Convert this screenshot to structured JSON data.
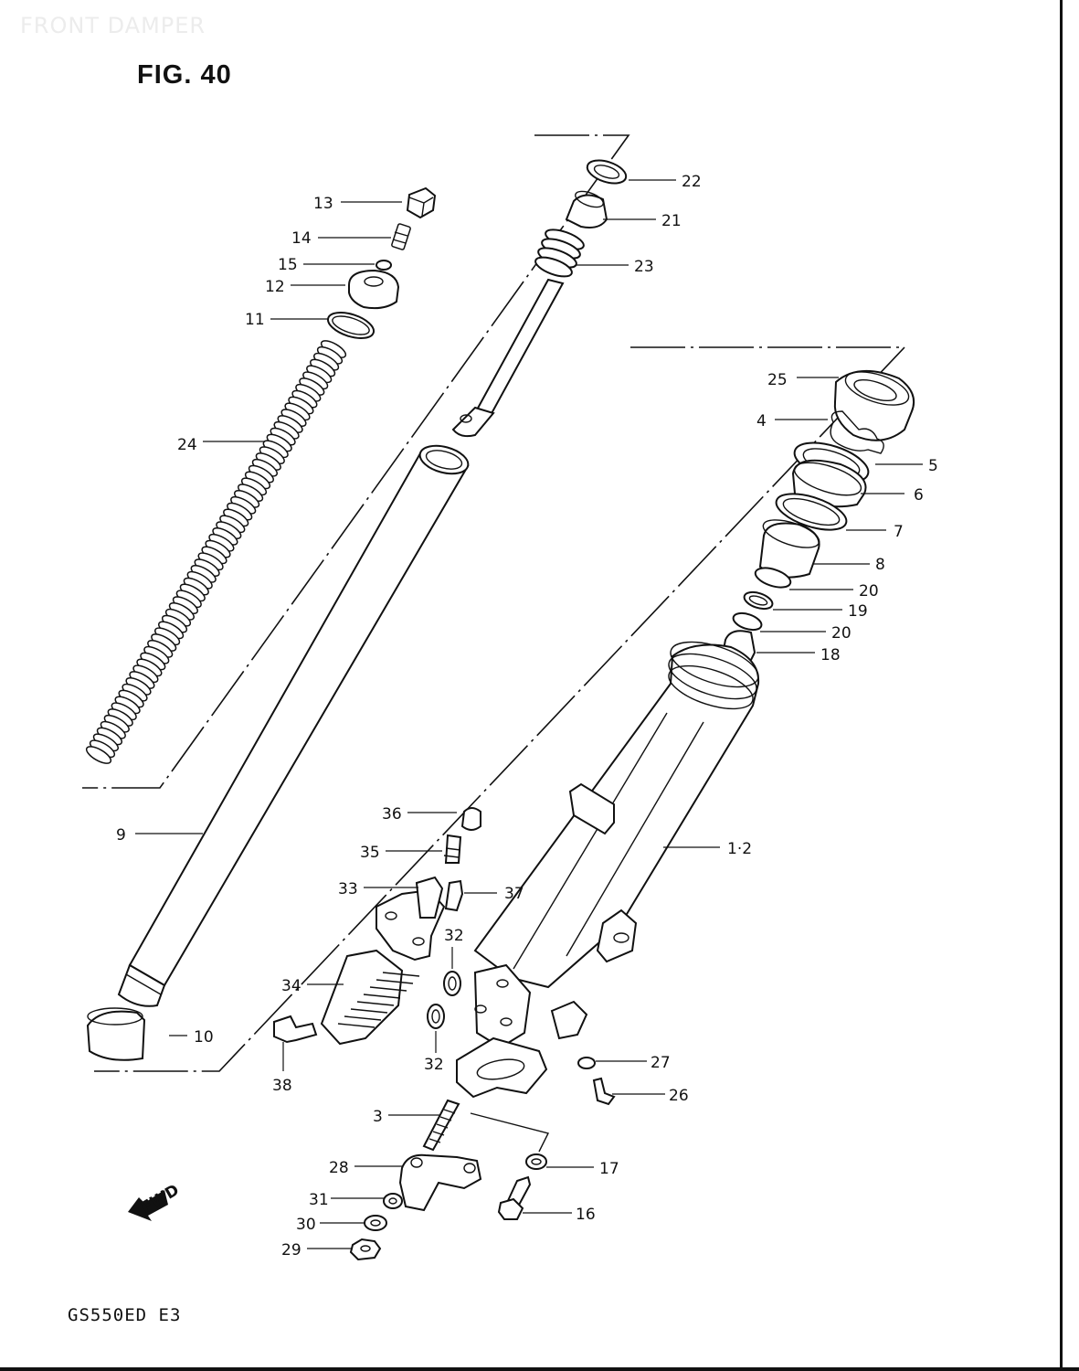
{
  "header": {
    "watermark": "FRONT DAMPER",
    "figure": "FIG. 40"
  },
  "footer": {
    "model": "GS550ED E3",
    "fwd": "FWD"
  },
  "callouts": {
    "c1_2": "1·2",
    "c3": "3",
    "c4": "4",
    "c5": "5",
    "c6": "6",
    "c7": "7",
    "c8": "8",
    "c9": "9",
    "c10": "10",
    "c11": "11",
    "c12": "12",
    "c13": "13",
    "c14": "14",
    "c15": "15",
    "c16": "16",
    "c17": "17",
    "c18": "18",
    "c19": "19",
    "c20a": "20",
    "c20b": "20",
    "c21": "21",
    "c22": "22",
    "c23": "23",
    "c24": "24",
    "c25": "25",
    "c26": "26",
    "c27": "27",
    "c28": "28",
    "c29": "29",
    "c30": "30",
    "c31": "31",
    "c32a": "32",
    "c32b": "32",
    "c33": "33",
    "c34": "34",
    "c35": "35",
    "c36": "36",
    "c37": "37",
    "c38": "38"
  }
}
